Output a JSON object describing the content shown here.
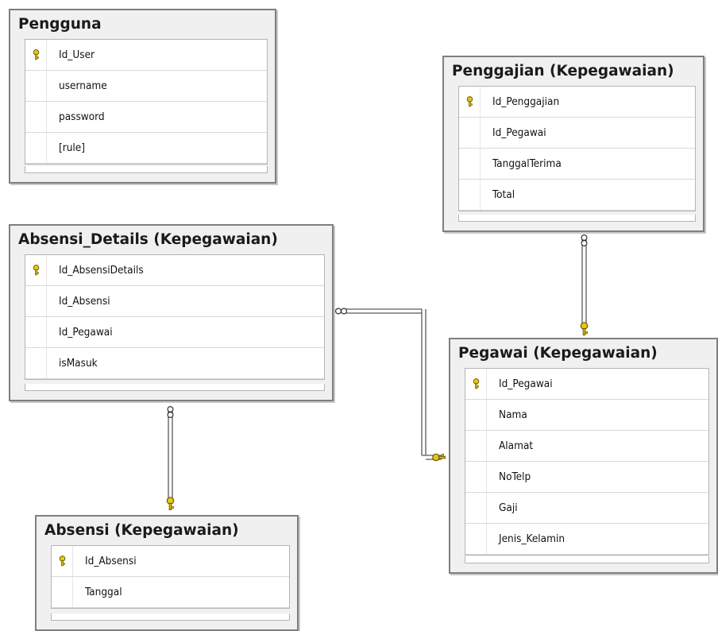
{
  "tables": {
    "pengguna": {
      "title": "Pengguna",
      "columns": [
        {
          "name": "Id_User",
          "key": true
        },
        {
          "name": "username",
          "key": false
        },
        {
          "name": "password",
          "key": false
        },
        {
          "name": "[rule]",
          "key": false
        }
      ]
    },
    "penggajian": {
      "title": "Penggajian (Kepegawaian)",
      "columns": [
        {
          "name": "Id_Penggajian",
          "key": true
        },
        {
          "name": "Id_Pegawai",
          "key": false
        },
        {
          "name": "TanggalTerima",
          "key": false
        },
        {
          "name": "Total",
          "key": false
        }
      ]
    },
    "absensi_details": {
      "title": "Absensi_Details (Kepegawaian)",
      "columns": [
        {
          "name": "Id_AbsensiDetails",
          "key": true
        },
        {
          "name": "Id_Absensi",
          "key": false
        },
        {
          "name": "Id_Pegawai",
          "key": false
        },
        {
          "name": "isMasuk",
          "key": false
        }
      ]
    },
    "pegawai": {
      "title": "Pegawai (Kepegawaian)",
      "columns": [
        {
          "name": "Id_Pegawai",
          "key": true
        },
        {
          "name": "Nama",
          "key": false
        },
        {
          "name": "Alamat",
          "key": false
        },
        {
          "name": "NoTelp",
          "key": false
        },
        {
          "name": "Gaji",
          "key": false
        },
        {
          "name": "Jenis_Kelamin",
          "key": false
        }
      ]
    },
    "absensi": {
      "title": "Absensi (Kepegawaian)",
      "columns": [
        {
          "name": "Id_Absensi",
          "key": true
        },
        {
          "name": "Tanggal",
          "key": false
        }
      ]
    }
  },
  "relationships": [
    {
      "from": "penggajian",
      "to": "pegawai",
      "many_end": "penggajian",
      "one_end": "pegawai"
    },
    {
      "from": "absensi_details",
      "to": "pegawai",
      "many_end": "absensi_details",
      "one_end": "pegawai"
    },
    {
      "from": "absensi_details",
      "to": "absensi",
      "many_end": "absensi_details",
      "one_end": "absensi"
    }
  ],
  "colors": {
    "key_fill": "#e6c619",
    "key_stroke": "#6b5a00",
    "connector": "#5a5a5a",
    "border": "#7f7f7f",
    "header_bg": "#f0f0f0"
  }
}
